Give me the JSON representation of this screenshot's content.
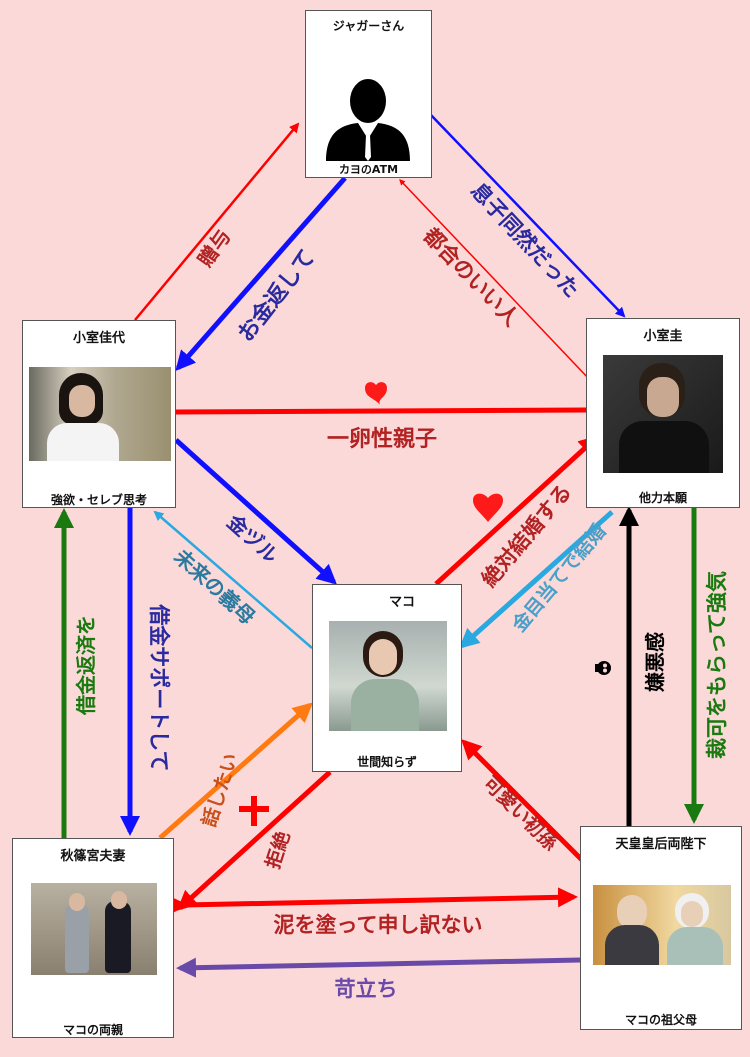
{
  "nodes": {
    "jaguar": {
      "title": "ジャガーさん",
      "caption": "カヨのATM"
    },
    "kayo": {
      "title": "小室佳代",
      "caption": "強欲・セレブ思考"
    },
    "kei": {
      "title": "小室圭",
      "caption": "他力本願"
    },
    "mako": {
      "title": "マコ",
      "caption": "世間知らず"
    },
    "parents": {
      "title": "秋篠宮夫妻",
      "caption": "マコの両親"
    },
    "emperor": {
      "title": "天皇皇后両陛下",
      "caption": "マコの祖父母"
    }
  },
  "edges": {
    "gift": "贈与",
    "repay": "お金返して",
    "like_son": "息子同然だった",
    "convenient": "都合のいい人",
    "twin": "一卵性親子",
    "money_vine": "金ヅル",
    "future_mil": "未来の義母",
    "marry": "絶対結婚する",
    "money_marry": "金目当てで結婚",
    "approval": "裁可をもらって強気",
    "disgust": "嫌悪感",
    "repay_debt": "借金返済を",
    "support_debt": "借金サポートして",
    "want_talk": "話したい",
    "refuse": "拒絶",
    "cute_grandchild": "可愛い初孫",
    "sorry": "泥を塗って申し訳ない",
    "irritated": "苛立ち"
  },
  "colors": {
    "red": "#ff0000",
    "dark_red": "#b22222",
    "blue": "#1010ff",
    "navy": "#2a2aa0",
    "light_blue": "#2aa8e0",
    "teal": "#2a7aa0",
    "green": "#1a7a10",
    "orange": "#ff7a10",
    "purple": "#6a4aa8",
    "black": "#000000"
  }
}
